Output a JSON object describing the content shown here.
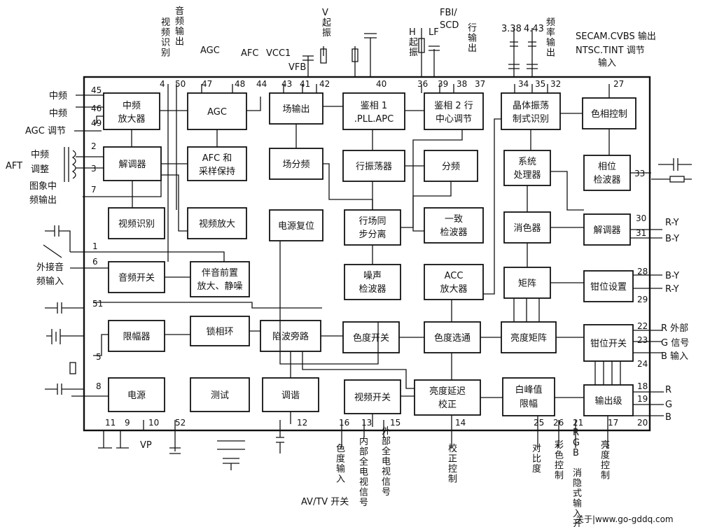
{
  "blocks": {
    "if_amp": [
      "中频",
      "放大器"
    ],
    "agc": [
      "AGC"
    ],
    "demod": [
      "解调器"
    ],
    "afc_sh": [
      "AFC 和",
      "采样保持"
    ],
    "video_id": [
      "视频识别"
    ],
    "video_amp": [
      "视频放大"
    ],
    "audio_sw": [
      "音频开关"
    ],
    "pre_amp": [
      "伴音前置",
      "放大、静噪"
    ],
    "limiter": [
      "限幅器"
    ],
    "pll": [
      "锁相环"
    ],
    "power": [
      "电源"
    ],
    "test": [
      "测试"
    ],
    "field_out": [
      "场输出"
    ],
    "field_div": [
      "场分频"
    ],
    "pwr_reset": [
      "电源复位"
    ],
    "trap": [
      "陷波旁路"
    ],
    "tune": [
      "调谐"
    ],
    "phase1": [
      "鉴相 1",
      ".PLL.APC"
    ],
    "h_osc": [
      "行振荡器"
    ],
    "sync_sep": [
      "行场同",
      "步分离"
    ],
    "noise_det": [
      "噪声",
      "检波器"
    ],
    "chroma_sw": [
      "色度开关"
    ],
    "video_sw": [
      "视频开关"
    ],
    "phase2": [
      "鉴相 2 行",
      "中心调节"
    ],
    "divider": [
      "分频"
    ],
    "coin_det": [
      "一致",
      "检波器"
    ],
    "acc": [
      "ACC",
      "放大器"
    ],
    "chroma_bp": [
      "色度选通"
    ],
    "luma_delay": [
      "亮度延迟",
      "校正"
    ],
    "xtal_osc": [
      "晶体振荡",
      "制式识别"
    ],
    "sys_proc": [
      "系统",
      "处理器"
    ],
    "killer": [
      "消色器"
    ],
    "matrix": [
      "矩阵"
    ],
    "luma_matrix": [
      "亮度矩阵"
    ],
    "peak_lim": [
      "白峰值",
      "限幅"
    ],
    "hue_ctrl": [
      "色相控制"
    ],
    "phase_det": [
      "相位",
      "检波器"
    ],
    "demod2": [
      "解调器"
    ],
    "clamp_set": [
      "钳位设置"
    ],
    "clamp_sw": [
      "钳位开关"
    ],
    "output": [
      "输出级"
    ]
  },
  "pins": [
    "45",
    "46",
    "49",
    "2",
    "3",
    "7",
    "1",
    "6",
    "51",
    "5",
    "8",
    "11",
    "9",
    "10",
    "52",
    "4",
    "50",
    "47",
    "48",
    "44",
    "43",
    "41",
    "42",
    "40",
    "36",
    "39",
    "38",
    "37",
    "34",
    "35",
    "32",
    "27",
    "33",
    "30",
    "31",
    "28",
    "29",
    "22",
    "23",
    "24",
    "18",
    "19",
    "20",
    "12",
    "16",
    "13",
    "15",
    "14",
    "25",
    "26",
    "21",
    "17"
  ],
  "labels": {
    "if_in_1": "中频",
    "if_in_2": "中频",
    "agc_adj": "AGC 调节",
    "if_tune": [
      "中频",
      "调整"
    ],
    "aft": "AFT",
    "pic_if_out": [
      "图象中",
      "频输出"
    ],
    "ext_audio": [
      "外接音",
      "频输入"
    ],
    "vp": "VP",
    "video_id_top": "视频识别",
    "audio_out_top": "音频输出",
    "agc_top": "AGC",
    "afc_top": "AFC",
    "vcc1": "VCC1",
    "vfb": "VFB",
    "v_start": "V起振",
    "h_start": "H起振",
    "lf": "LF",
    "fbi_scd": [
      "FBI/",
      "SCD"
    ],
    "h_out": "行输出",
    "xtal_338": "3.38",
    "xtal_443": "4.43",
    "freq_out": "频率输出",
    "secam_out": "SECAM.CVBS 输出",
    "ntsc_in": "NTSC.TINT 调节",
    "input_word": "输入",
    "ry_out": "R-Y",
    "by_out": "B-Y",
    "by_in": "B-Y",
    "ry_in": "R-Y",
    "r_ext": "R 外部",
    "g_sig": "G 信号",
    "b_in": "B 输入",
    "r_out": "R",
    "g_out": "G",
    "b_out": "B",
    "chroma_in": "色度输入",
    "int_tv": "内部全电视信号",
    "ext_tv": "外部全电视信号",
    "corr_ctrl": "校正控制",
    "contrast": "对比度",
    "color_ctrl": "彩色控制",
    "rgb_blank": "RGB 消隐式输入开",
    "bright_ctrl": "亮度控制",
    "av_tv": "AV/TV 开关",
    "watermark": "关于|www.go-gddq.com"
  }
}
